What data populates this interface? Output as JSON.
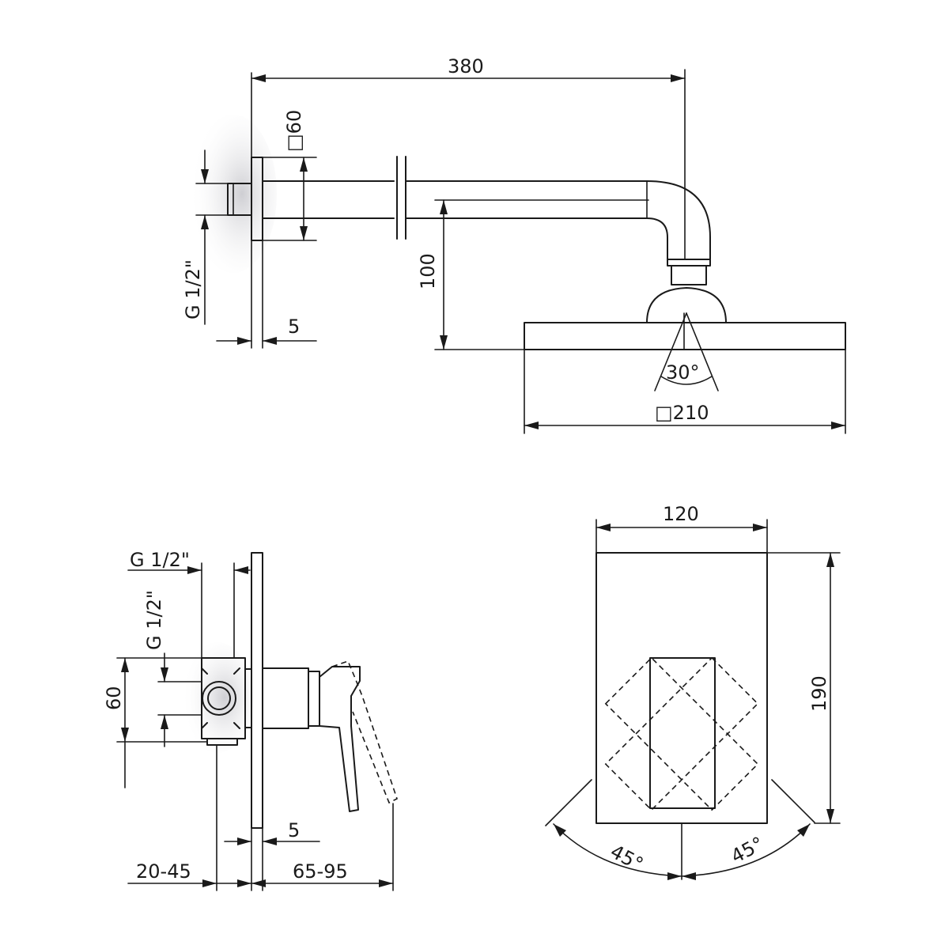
{
  "colors": {
    "line": "#1a1a1a",
    "background": "#ffffff",
    "shadow": "#c9c9ce"
  },
  "shower_arm": {
    "arm_length": "380",
    "flange_size": "□60",
    "thread_size": "G 1/2\"",
    "flange_thickness": "5",
    "head_drop": "100",
    "spray_angle": "30°",
    "head_size": "□210"
  },
  "mixer_side": {
    "outlet_thread": "G 1/2\"",
    "inlet_thread": "G 1/2\"",
    "body_height": "60",
    "plate_thickness": "5",
    "embed_depth": "20-45",
    "projection": "65-95"
  },
  "mixer_front": {
    "plate_width": "120",
    "plate_height": "190",
    "rotation_left": "45°",
    "rotation_right": "45°"
  }
}
